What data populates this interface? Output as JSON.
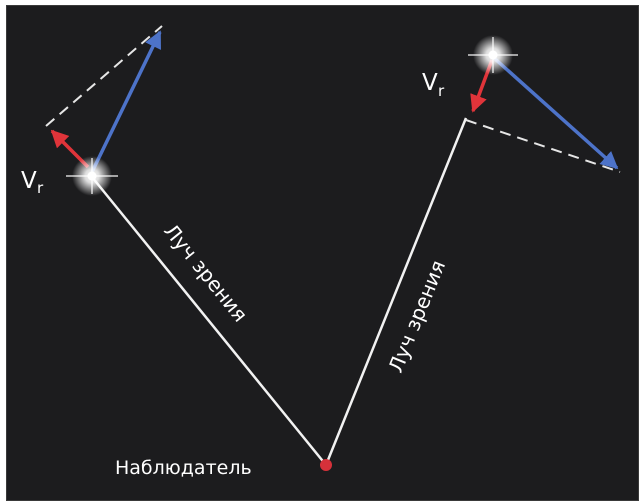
{
  "observer_label": "Наблюдатель",
  "left_ray_label": "Луч зрения",
  "right_ray_label": "Луч зрения",
  "left_velocity_label": "V",
  "left_velocity_subscript": "r",
  "right_velocity_label": "V",
  "right_velocity_subscript": "r",
  "colors": {
    "background": "#1c1c1e",
    "ray": "#f2f2f2",
    "radial_velocity": "#e0343a",
    "total_velocity": "#4d73c9",
    "projection": "#e6e6e6",
    "observer": "#d6313a"
  }
}
